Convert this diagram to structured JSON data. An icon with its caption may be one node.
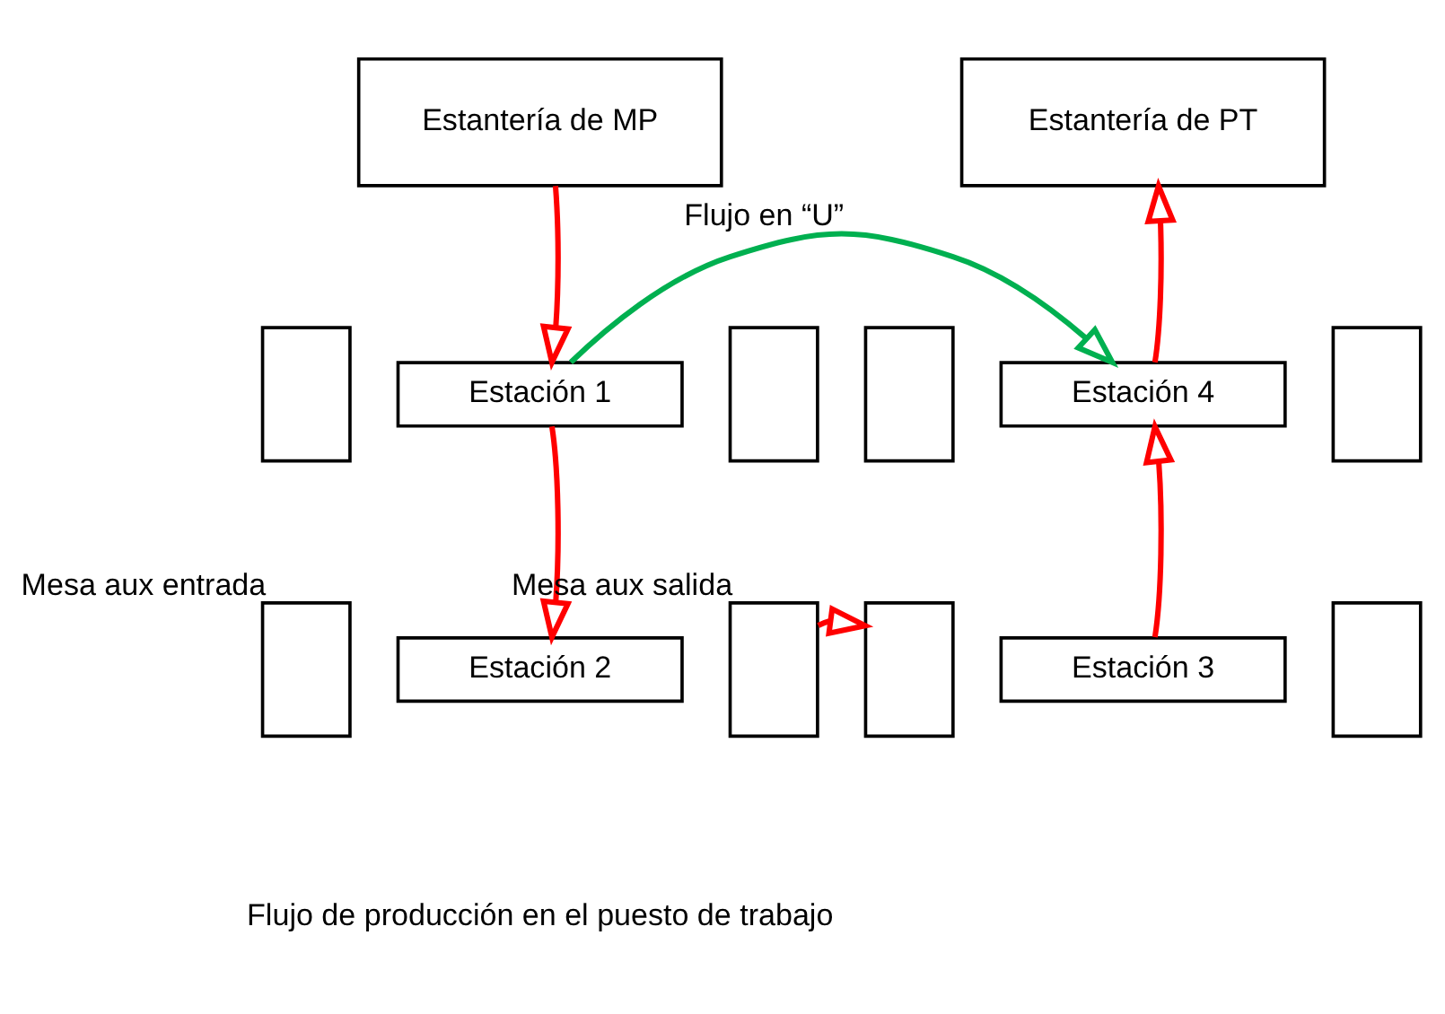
{
  "diagram": {
    "nodes": [
      {
        "text": [
          "Estantería de MP"
        ]
      },
      {
        "text": [
          "Estantería de PT"
        ]
      },
      {
        "text": [],
        "shape": "box"
      },
      {
        "text": [
          "Estación 1"
        ]
      },
      {
        "text": [],
        "shape": "box"
      },
      {
        "text": [],
        "shape": "box"
      },
      {
        "text": [
          "Estación 4"
        ]
      },
      {
        "text": [],
        "shape": "box"
      },
      {
        "text": [],
        "shape": "box",
        "beside": [
          "Mesa aux entrada"
        ]
      },
      {
        "text": [
          "Estación 2"
        ]
      },
      {
        "text": [],
        "shape": "box",
        "beside": [
          "Mesa aux salida"
        ]
      },
      {
        "text": [],
        "shape": "box"
      },
      {
        "text": [
          "Estación 3"
        ]
      },
      {
        "text": [],
        "shape": "box"
      }
    ],
    "edges": [
      {
        "from": 0,
        "to": 3,
        "arrow": "to"
      },
      {
        "from": 3,
        "to": 9,
        "arrow": "to"
      },
      {
        "from": 10,
        "to": 11,
        "arrow": "to"
      },
      {
        "from": 12,
        "to": 6,
        "arrow": "to"
      },
      {
        "from": 6,
        "to": 1,
        "arrow": "to"
      },
      {
        "from": 3,
        "to": 6,
        "arrow": "to",
        "label": "Flujo en “U”",
        "color": "#00b050"
      }
    ],
    "labels": [
      "Flujo de producción en el puesto de trabajo"
    ]
  }
}
